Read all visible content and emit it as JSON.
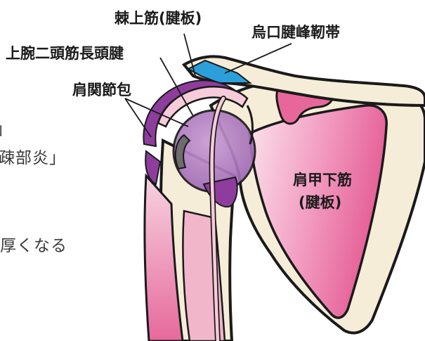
{
  "labels": {
    "supraspinatus": "棘上筋(腱板)",
    "coracoacromial_ligament": "烏口腱峰靭帯",
    "biceps_long_head": "上腕二頭筋長頭腱",
    "joint_capsule": "肩関節包",
    "subscapularis_line1": "肩甲下筋",
    "subscapularis_line2": "(腱板)"
  },
  "background_text": {
    "line1": "」",
    "line2": "疎部炎」",
    "line3": "厚くなる"
  },
  "colors": {
    "bone": "#f6edd9",
    "outline": "#1a1a1a",
    "muscle_pink": "#e8679a",
    "muscle_light": "#f7cbda",
    "capsule_purple": "#8e3d9e",
    "humeral_head": "#b37cc4",
    "ligament_blue": "#2a9fd9"
  }
}
